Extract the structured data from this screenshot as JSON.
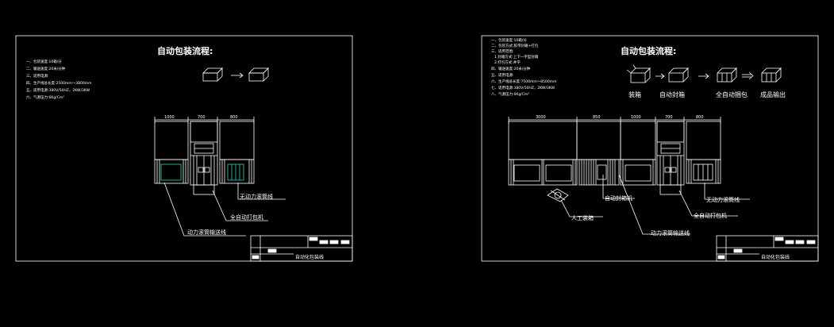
{
  "left": {
    "title": "自动包装流程:",
    "notes": [
      "一、包装速度:10箱/分",
      "二、输送速度:20米/分钟",
      "三、适用电源:",
      "四、生产线总长度:2500mm～3800mm",
      "五、适用电源:380V/50HZ，2KW/3KW",
      "六、气源压力:6Kg/Cm²"
    ],
    "dims": [
      "1000",
      "700",
      "800"
    ],
    "labels": {
      "carton_sealer": "无动力滚筒线",
      "strapping": "全自动打包机",
      "conveyor": "动力滚筒输送线"
    },
    "title_block": "自动化包装线"
  },
  "right": {
    "title": "自动包装流程:",
    "notes": [
      "一、包装速度:10箱/分",
      "二、包装方式:胶带封箱+打包",
      "三、适用范围:",
      "1.封箱方式:上下一字型封箱",
      "2.打包方式:井字",
      "四、输送速度:20米/分钟",
      "五、适用电源:",
      "六、生产线总长度:7500mm～8500mm",
      "七、适用电源:380V/50HZ，2KW/3KW",
      "八、气源压力:6Kg/Cm²"
    ],
    "dims": [
      "3000",
      "850",
      "1000",
      "700",
      "800"
    ],
    "steps": [
      "装箱",
      "自动封箱",
      "全自动捆包",
      "成品输出"
    ],
    "labels": {
      "manual": "人工装箱",
      "sealer": "自动封箱机",
      "strapping": "全自动打包机",
      "roller": "无动力滚筒线",
      "conveyor": "动力滚筒输送线"
    },
    "title_block": "自动化包装线"
  },
  "colors": {
    "line": "#ffffff",
    "accent": "#2fd3c6",
    "bg": "#000000"
  }
}
